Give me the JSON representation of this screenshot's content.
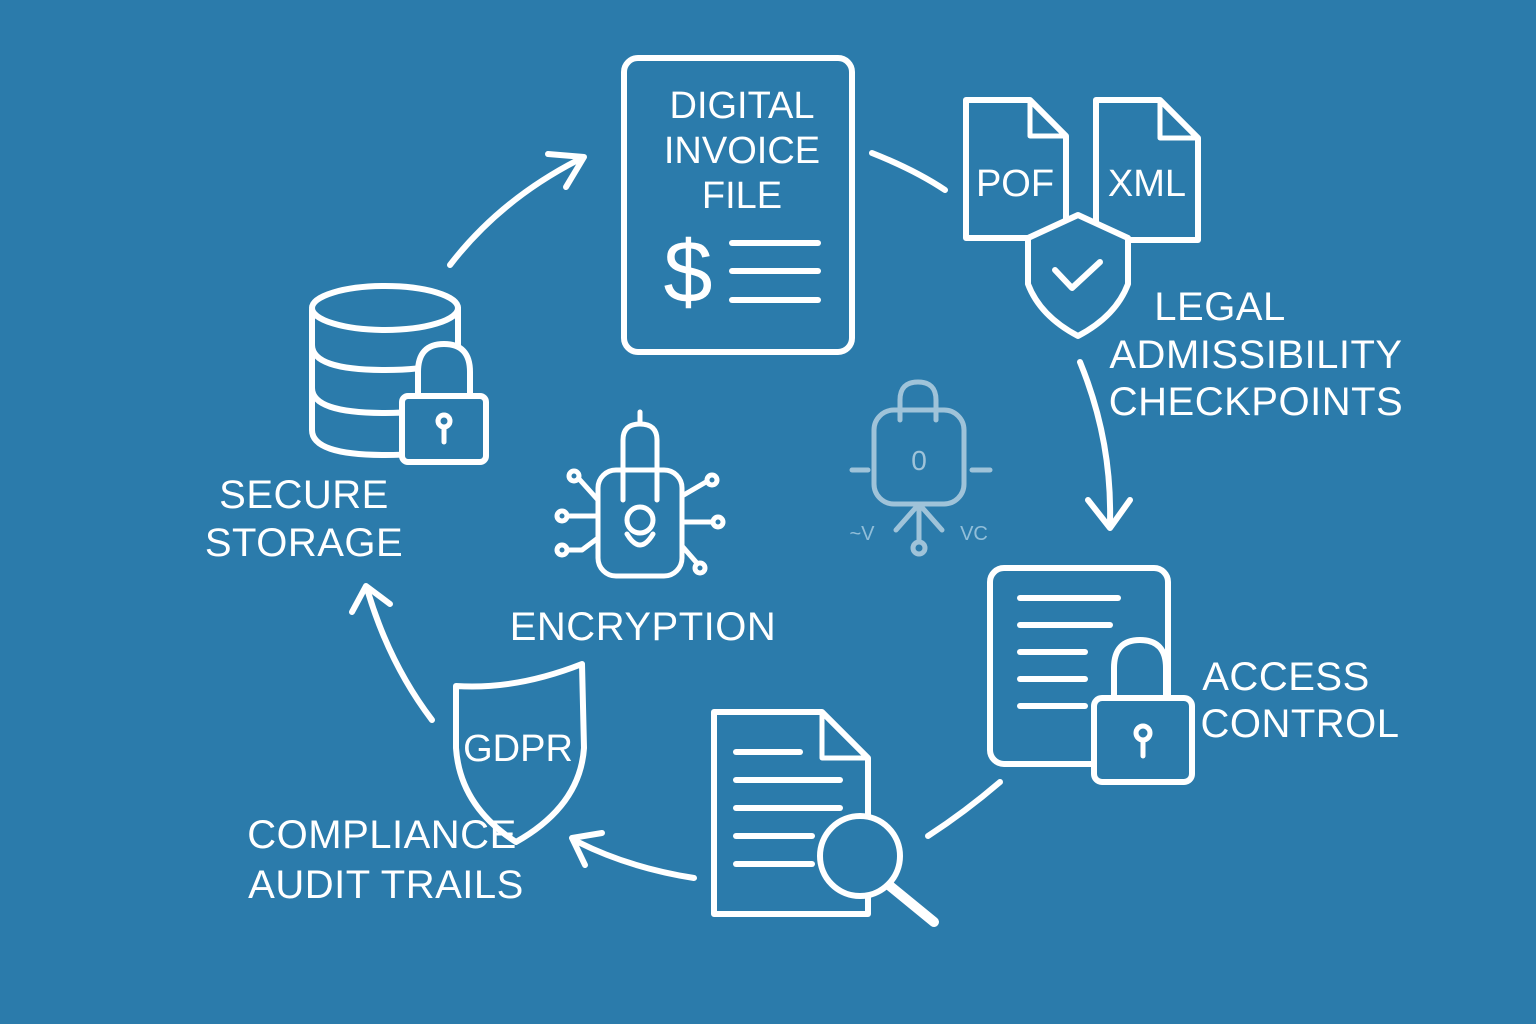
{
  "diagram": {
    "nodes": {
      "invoice": {
        "title_lines": [
          "DIGITAL",
          "INVOICE",
          "FILE"
        ],
        "symbol": "$"
      },
      "formats": {
        "pdf_label": "POF",
        "xml_label": "XML"
      },
      "legal": {
        "lines": [
          "LEGAL",
          "ADMISSIBILITY",
          "CHECKPOINTS"
        ]
      },
      "access": {
        "lines": [
          "ACCESS",
          "CONTROL"
        ]
      },
      "audit": {
        "lines": [
          "COMPLIANCE",
          "AUDIT TRAILS"
        ],
        "badge": "GDPR"
      },
      "storage": {
        "lines": [
          "SECURE",
          "STORAGE"
        ]
      },
      "encryption": {
        "label": "ENCRYPTION"
      },
      "center_lock": {
        "code": "0",
        "faint_left": "~V",
        "faint_right": "VC"
      }
    },
    "icons": [
      "document-icon",
      "pdf-file-icon",
      "xml-file-icon",
      "shield-check-icon",
      "lock-document-icon",
      "magnifier-document-icon",
      "gdpr-shield-icon",
      "database-lock-icon",
      "circuit-lock-icon",
      "padlock-icon"
    ],
    "colors": {
      "background": "#2b7bab",
      "line": "#ffffff"
    }
  }
}
